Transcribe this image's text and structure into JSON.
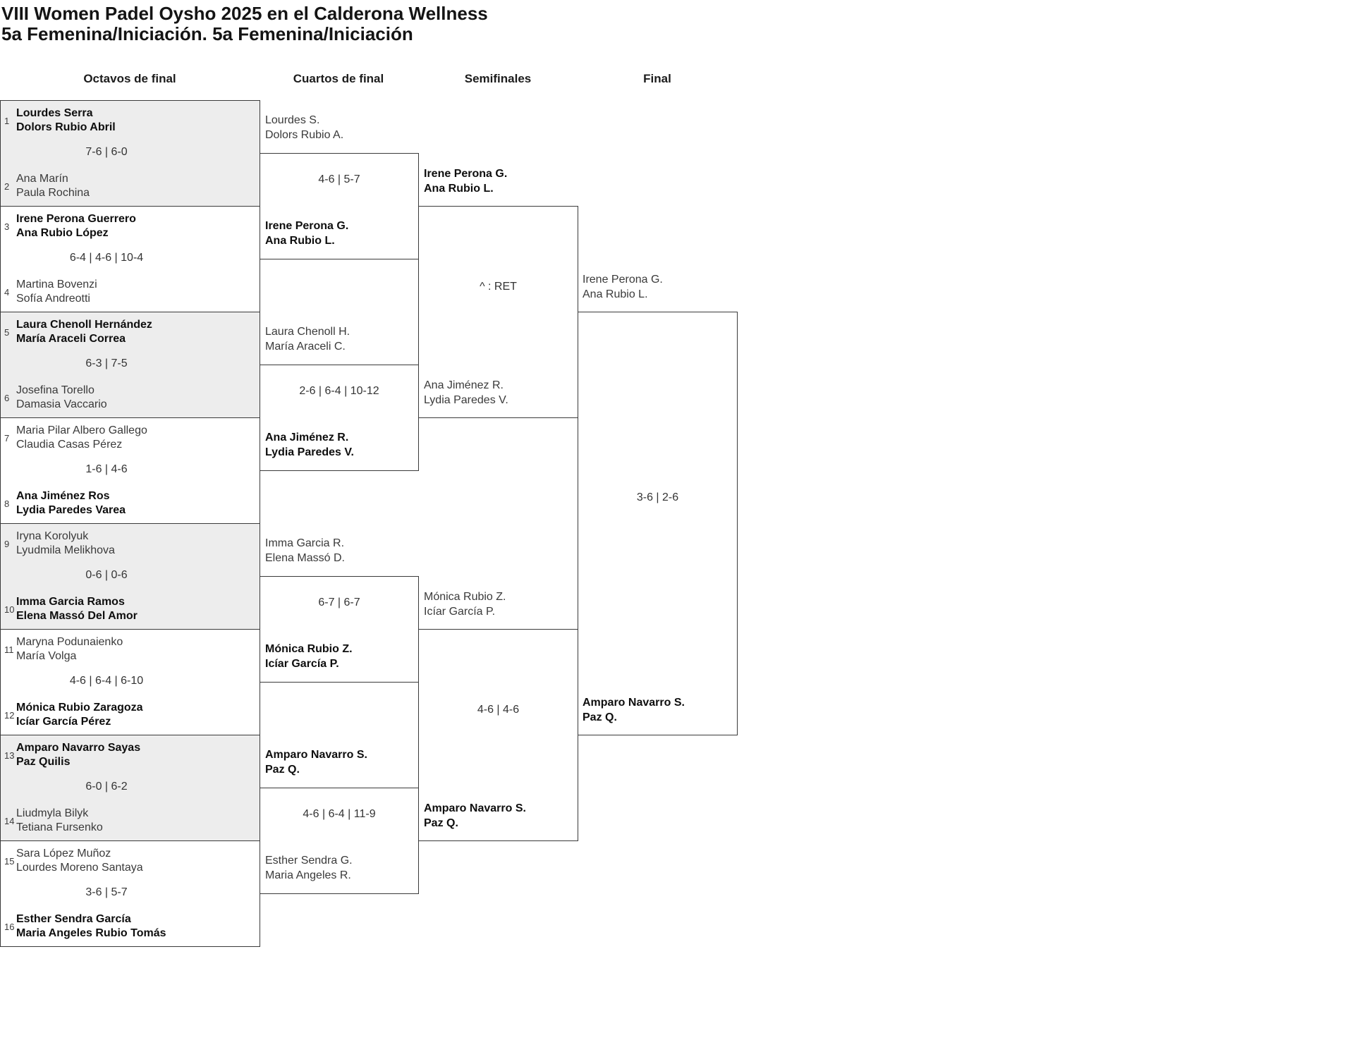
{
  "title": {
    "line1": "VIII Women Padel Oysho 2025 en el Calderona Wellness",
    "line2": "5a Femenina/Iniciación. 5a Femenina/Iniciación"
  },
  "rounds": [
    {
      "label": "Octavos de final"
    },
    {
      "label": "Cuartos de final"
    },
    {
      "label": "Semifinales"
    },
    {
      "label": "Final"
    }
  ],
  "colors": {
    "shaded_row": "#ededed",
    "border": "#3a3a3a"
  },
  "r16": [
    {
      "seed_top": "1",
      "team_top": [
        "Lourdes Serra",
        "Dolors Rubio Abril"
      ],
      "top_winner": true,
      "score": "7-6 | 6-0",
      "seed_bottom": "2",
      "team_bottom": [
        "Ana Marín",
        "Paula Rochina"
      ],
      "bottom_winner": false
    },
    {
      "seed_top": "3",
      "team_top": [
        "Irene Perona Guerrero",
        "Ana Rubio López"
      ],
      "top_winner": true,
      "score": "6-4 | 4-6 | 10-4",
      "seed_bottom": "4",
      "team_bottom": [
        "Martina Bovenzi",
        "Sofía Andreotti"
      ],
      "bottom_winner": false
    },
    {
      "seed_top": "5",
      "team_top": [
        "Laura Chenoll Hernández",
        "María Araceli Correa"
      ],
      "top_winner": true,
      "score": "6-3 | 7-5",
      "seed_bottom": "6",
      "team_bottom": [
        "Josefina Torello",
        "Damasia Vaccario"
      ],
      "bottom_winner": false
    },
    {
      "seed_top": "7",
      "team_top": [
        "Maria Pilar Albero Gallego",
        "Claudia Casas Pérez"
      ],
      "top_winner": false,
      "score": "1-6 | 4-6",
      "seed_bottom": "8",
      "team_bottom": [
        "Ana Jiménez Ros",
        "Lydia Paredes Varea"
      ],
      "bottom_winner": true
    },
    {
      "seed_top": "9",
      "team_top": [
        "Iryna Korolyuk",
        "Lyudmila Melikhova"
      ],
      "top_winner": false,
      "score": "0-6 | 0-6",
      "seed_bottom": "10",
      "team_bottom": [
        "Imma Garcia Ramos",
        "Elena Massó Del Amor"
      ],
      "bottom_winner": true
    },
    {
      "seed_top": "11",
      "team_top": [
        "Maryna Podunaienko",
        "María Volga"
      ],
      "top_winner": false,
      "score": "4-6 | 6-4 | 6-10",
      "seed_bottom": "12",
      "team_bottom": [
        "Mónica Rubio Zaragoza",
        "Icíar García Pérez"
      ],
      "bottom_winner": true
    },
    {
      "seed_top": "13",
      "team_top": [
        "Amparo Navarro Sayas",
        "Paz Quilis"
      ],
      "top_winner": true,
      "score": "6-0 | 6-2",
      "seed_bottom": "14",
      "team_bottom": [
        "Liudmyla Bilyk",
        "Tetiana Fursenko"
      ],
      "bottom_winner": false
    },
    {
      "seed_top": "15",
      "team_top": [
        "Sara López Muñoz",
        "Lourdes Moreno Santaya"
      ],
      "top_winner": false,
      "score": "3-6 | 5-7",
      "seed_bottom": "16",
      "team_bottom": [
        "Esther Sendra García",
        "Maria Angeles Rubio Tomás"
      ],
      "bottom_winner": true
    }
  ],
  "quarterfinals": [
    {
      "top": [
        "Lourdes S.",
        "Dolors Rubio A."
      ],
      "top_winner": false,
      "score": "4-6 | 5-7",
      "bottom": [
        "Irene Perona G.",
        "Ana Rubio L."
      ],
      "bottom_winner": true
    },
    {
      "top": [
        "Laura Chenoll H.",
        "María Araceli C."
      ],
      "top_winner": false,
      "score": "2-6 | 6-4 | 10-12",
      "bottom": [
        "Ana Jiménez R.",
        "Lydia Paredes V."
      ],
      "bottom_winner": true
    },
    {
      "top": [
        "Imma Garcia R.",
        "Elena Massó D."
      ],
      "top_winner": false,
      "score": "6-7 | 6-7",
      "bottom": [
        "Mónica Rubio Z.",
        "Icíar García P."
      ],
      "bottom_winner": true
    },
    {
      "top": [
        "Amparo Navarro S.",
        "Paz Q."
      ],
      "top_winner": true,
      "score": "4-6 | 6-4 | 11-9",
      "bottom": [
        "Esther Sendra G.",
        "Maria Angeles R."
      ],
      "bottom_winner": false
    }
  ],
  "semifinals": [
    {
      "top": [
        "Irene Perona G.",
        "Ana Rubio L."
      ],
      "top_winner": true,
      "score": "^ : RET",
      "bottom": [
        "Ana Jiménez R.",
        "Lydia Paredes V."
      ],
      "bottom_winner": false
    },
    {
      "top": [
        "Mónica Rubio Z.",
        "Icíar García P."
      ],
      "top_winner": false,
      "score": "4-6 | 4-6",
      "bottom": [
        "Amparo Navarro S.",
        "Paz Q."
      ],
      "bottom_winner": true
    }
  ],
  "final": {
    "top": [
      "Irene Perona G.",
      "Ana Rubio L."
    ],
    "top_winner": false,
    "score": "3-6 | 2-6",
    "bottom": [
      "Amparo Navarro S.",
      "Paz Q."
    ],
    "bottom_winner": true
  }
}
